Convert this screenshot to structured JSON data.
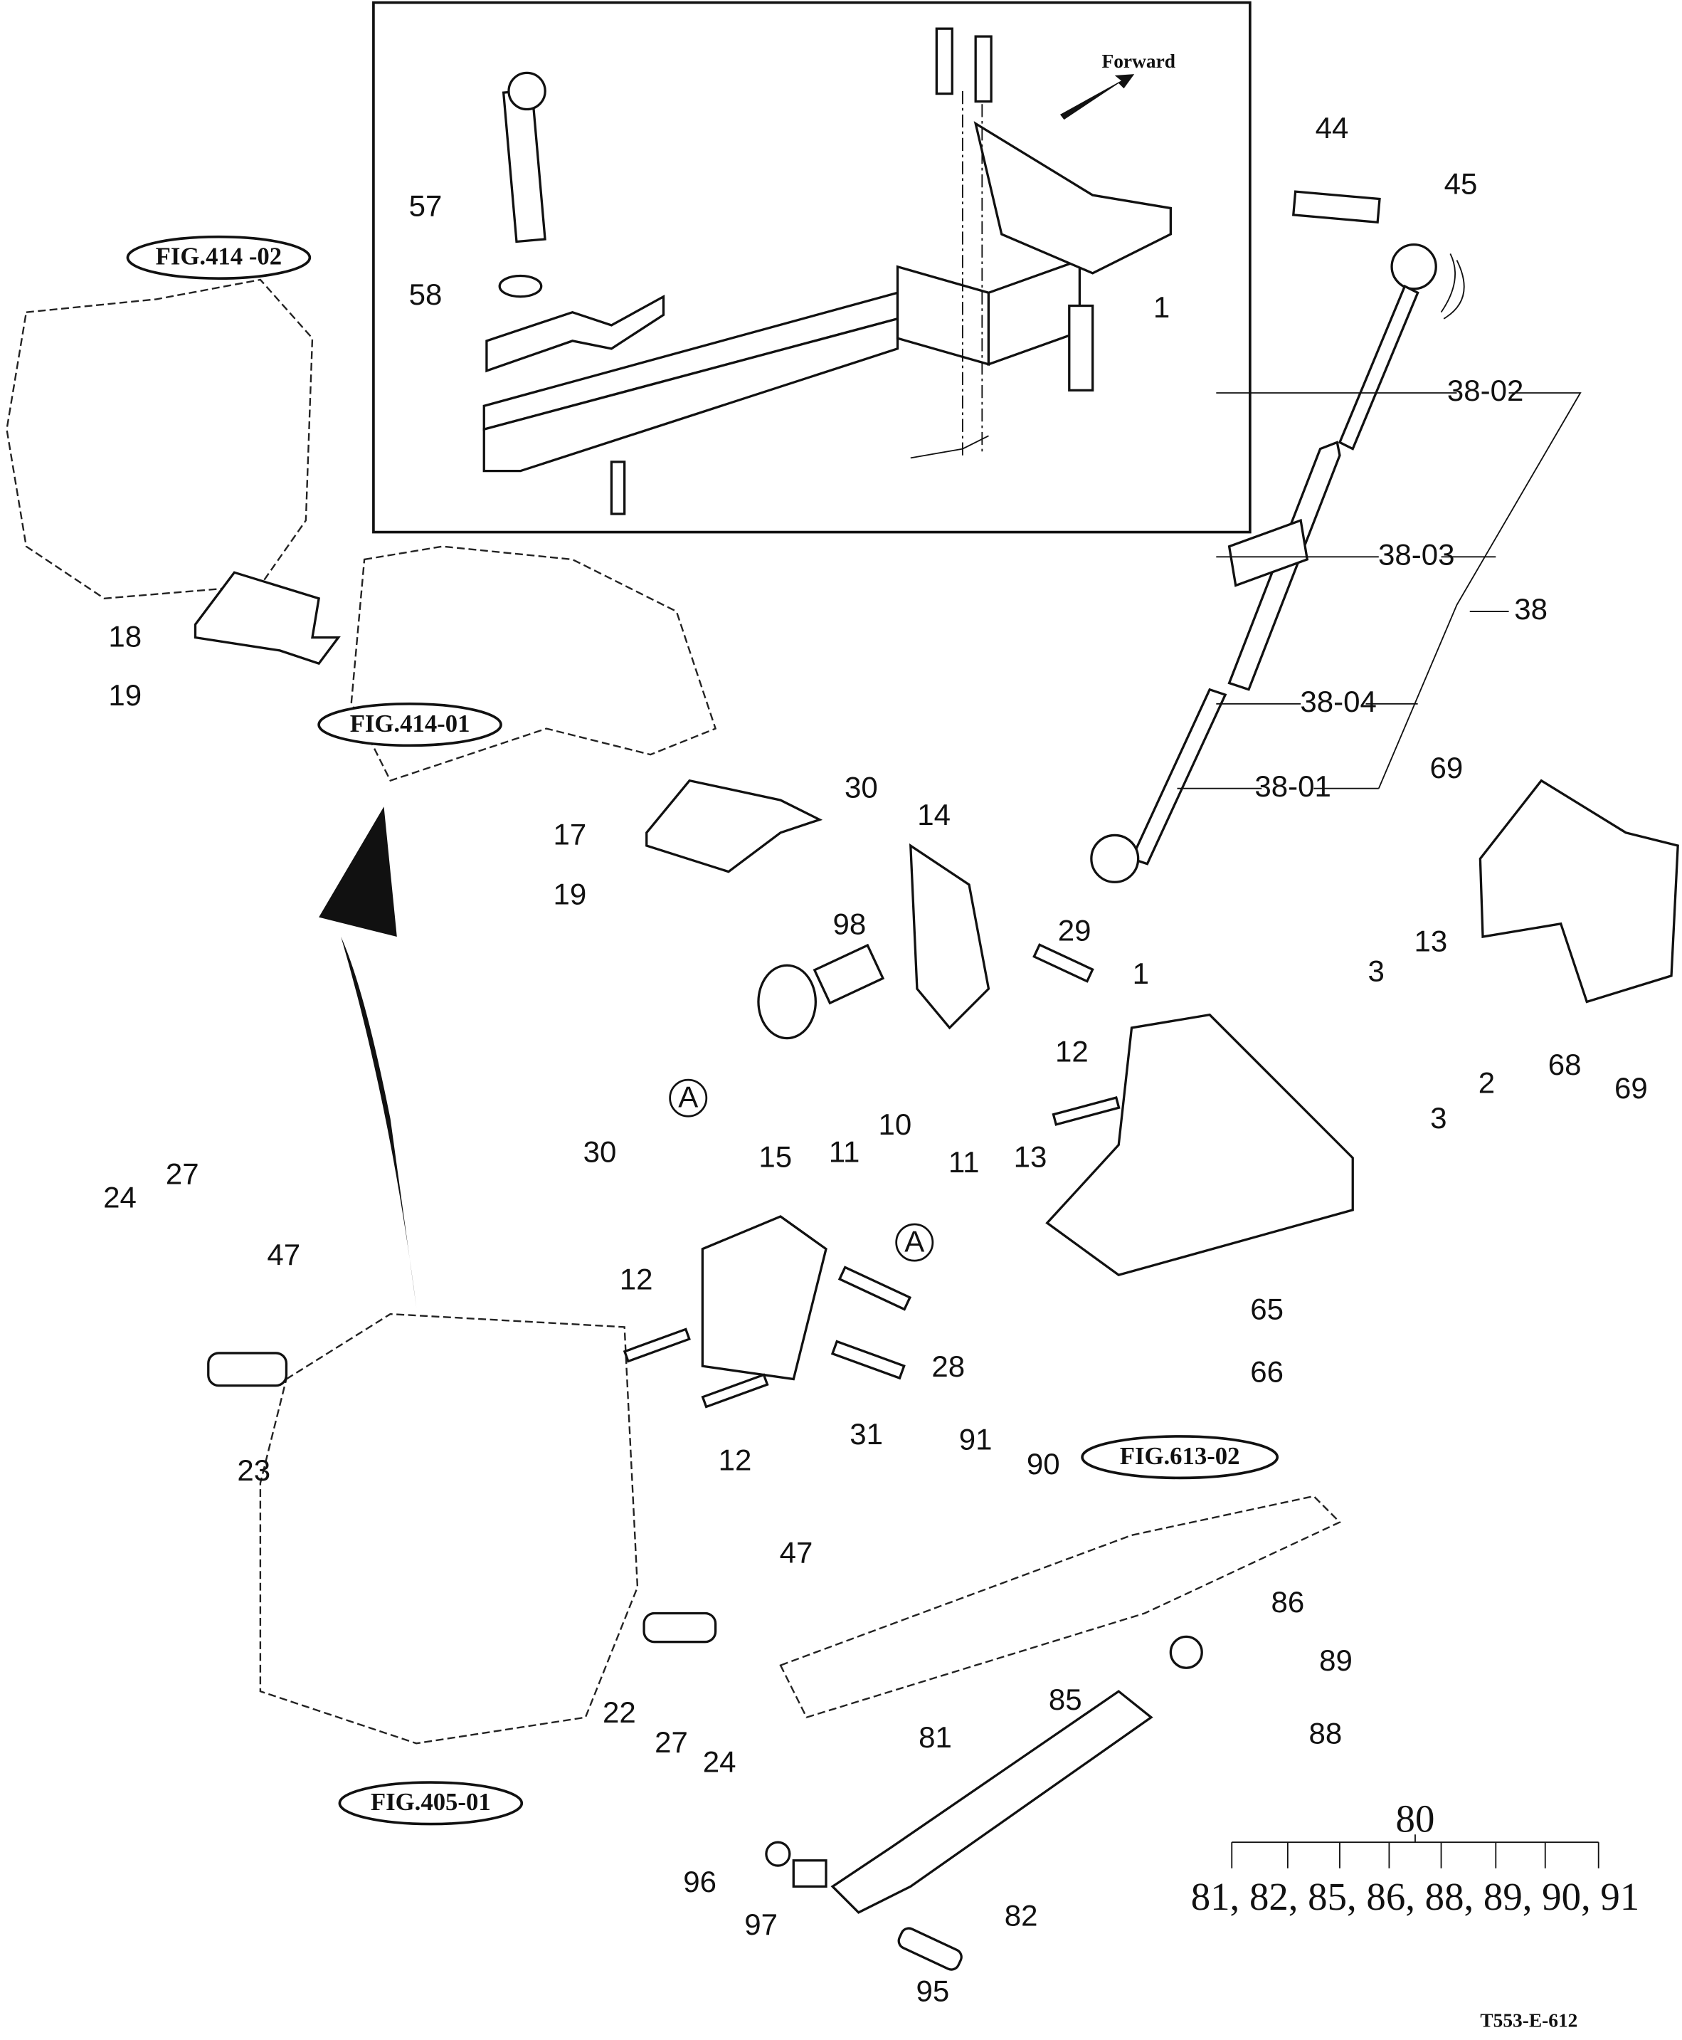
{
  "inset": {
    "forward_label": "Forward"
  },
  "figure_refs": [
    "FIG.414 -02",
    "FIG.414-01",
    "FIG.613-02",
    "FIG.405-01"
  ],
  "callouts": [
    "57",
    "58",
    "1",
    "44",
    "45",
    "38-02",
    "38-03",
    "38",
    "38-04",
    "38-01",
    "18",
    "19",
    "17",
    "19",
    "30",
    "14",
    "29",
    "98",
    "69",
    "68",
    "69",
    "1",
    "13",
    "3",
    "12",
    "2",
    "3",
    "30",
    "15",
    "11",
    "10",
    "11",
    "13",
    "24",
    "27",
    "47",
    "12",
    "28",
    "65",
    "66",
    "31",
    "12",
    "23",
    "91",
    "90",
    "47",
    "86",
    "89",
    "88",
    "22",
    "27",
    "24",
    "85",
    "81",
    "96",
    "97",
    "82",
    "95"
  ],
  "circle_refs": [
    "A",
    "A"
  ],
  "kit": {
    "parent": "80",
    "children": "81, 82, 85, 86, 88, 89, 90, 91"
  },
  "drawing_code": "T553-E-612"
}
